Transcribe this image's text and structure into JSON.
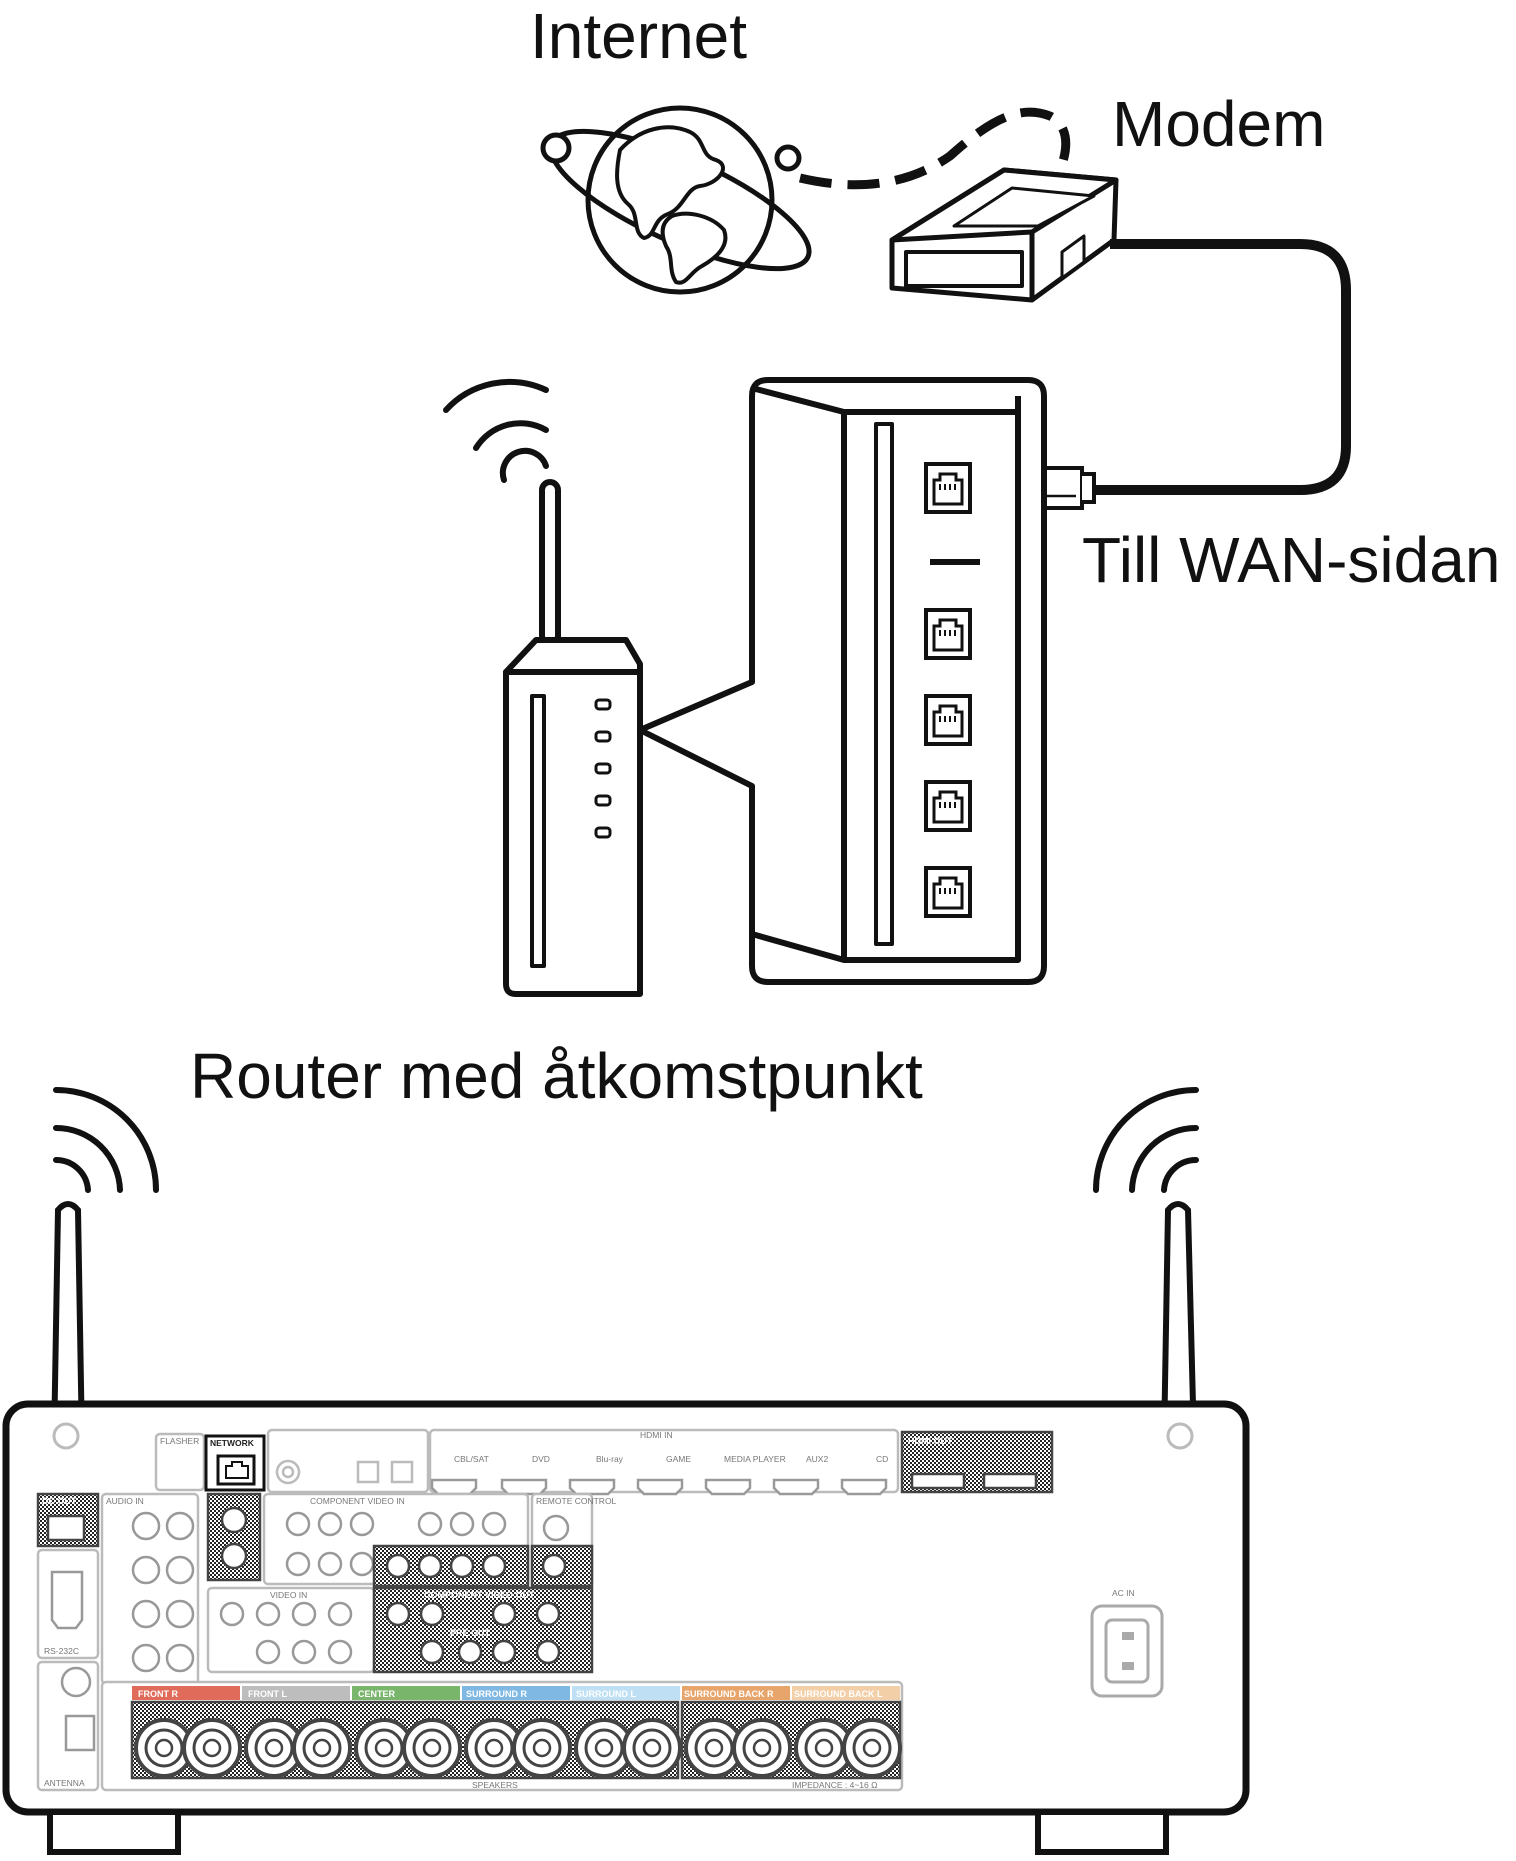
{
  "labels": {
    "internet": "Internet",
    "modem": "Modem",
    "wan": "Till WAN-sidan",
    "router": "Router med åtkomstpunkt"
  },
  "receiver": {
    "network": "NETWORK",
    "flasher": "FLASHER",
    "hdmi_in": "HDMI IN",
    "hdmi_out": "HDMI OUT",
    "audio_in": "AUDIO IN",
    "dc_out": "DC OUT",
    "remote_control": "REMOTE CONTROL",
    "component_video_in": "COMPONENT VIDEO IN",
    "video_in": "VIDEO IN",
    "component_video_out": "COMPONENT VIDEO OUT",
    "pre_out": "PRE OUT",
    "ac_in": "AC IN",
    "antenna": "ANTENNA",
    "rs232c": "RS-232C",
    "speakers": "SPEAKERS",
    "impedance": "IMPEDANCE : 4~16 Ω",
    "speaker_groups": [
      "FRONT R",
      "FRONT L",
      "CENTER",
      "SURROUND R",
      "SURROUND L",
      "SURROUND BACK R",
      "SURROUND BACK L"
    ],
    "hdmi_inputs": [
      "CBL/SAT",
      "DVD",
      "Blu-ray",
      "GAME",
      "MEDIA PLAYER",
      "AUX2",
      "CD"
    ]
  },
  "colors": {
    "line": "#111111",
    "panel_gray": "#bdbdbd",
    "front": "#e06b5b",
    "center": "#79b56b",
    "surround": "#7fb8e3",
    "surround_back": "#e8a56b"
  }
}
